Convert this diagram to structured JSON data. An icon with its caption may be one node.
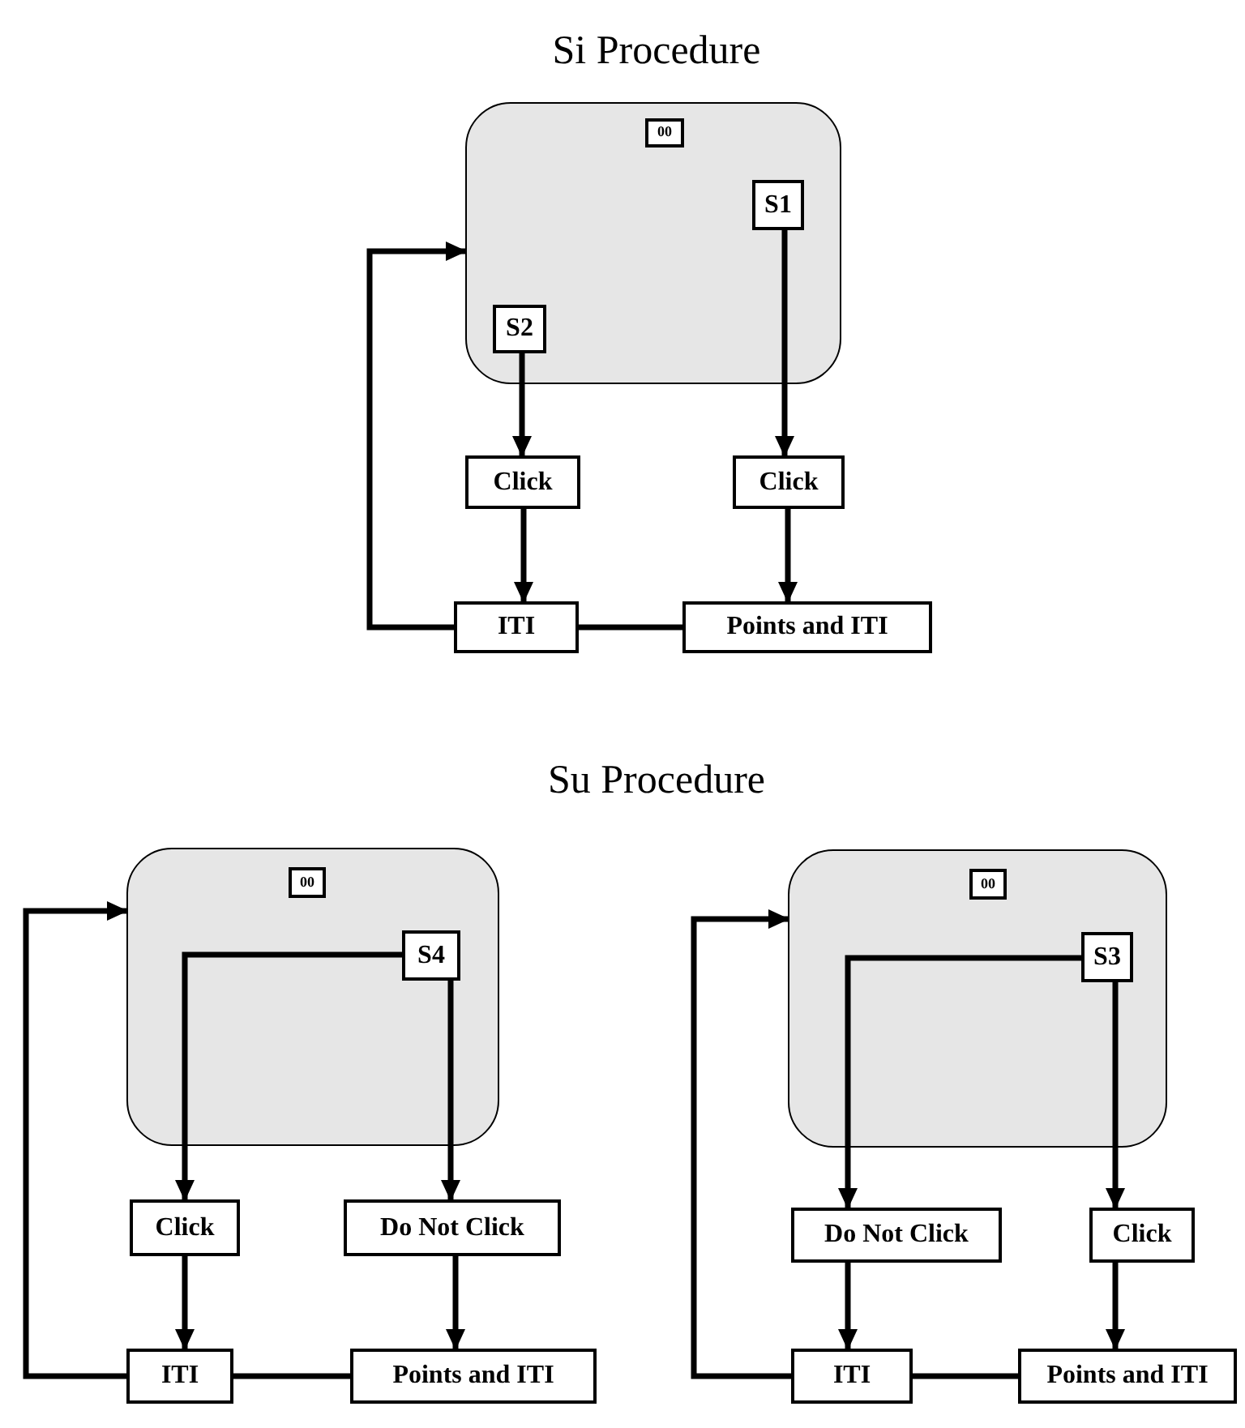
{
  "diagram": {
    "nodes": [
      {
        "text": [],
        "shape": "box"
      },
      {
        "text": [
          "00"
        ],
        "in": 0
      },
      {
        "text": [
          "S1"
        ],
        "in": 0
      },
      {
        "text": [
          "S2"
        ],
        "in": 0
      },
      {
        "text": [
          "Click"
        ]
      },
      {
        "text": [
          "Click"
        ]
      },
      {
        "text": [
          "ITI"
        ]
      },
      {
        "text": [
          "Points and ITI"
        ]
      },
      {
        "text": [],
        "shape": "box"
      },
      {
        "text": [
          "00"
        ],
        "in": 8
      },
      {
        "text": [
          "S4"
        ],
        "in": 8
      },
      {
        "text": [
          "Click"
        ]
      },
      {
        "text": [
          "Do Not Click"
        ]
      },
      {
        "text": [
          "ITI"
        ]
      },
      {
        "text": [
          "Points and ITI"
        ]
      },
      {
        "text": [],
        "shape": "box"
      },
      {
        "text": [
          "00"
        ],
        "in": 15
      },
      {
        "text": [
          "S3"
        ],
        "in": 15
      },
      {
        "text": [
          "Do Not Click"
        ]
      },
      {
        "text": [
          "Click"
        ]
      },
      {
        "text": [
          "ITI"
        ]
      },
      {
        "text": [
          "Points and ITI"
        ]
      }
    ],
    "edges": [
      {
        "from": 3,
        "to": 4,
        "arrow": "to"
      },
      {
        "from": 2,
        "to": 5,
        "arrow": "to"
      },
      {
        "from": 4,
        "to": 6,
        "arrow": "to"
      },
      {
        "from": 5,
        "to": 7,
        "arrow": "to"
      },
      {
        "from": 6,
        "to": 7,
        "arrow": "none"
      },
      {
        "from": 6,
        "to": 0,
        "arrow": "to"
      },
      {
        "from": 10,
        "to": 11,
        "arrow": "to"
      },
      {
        "from": 10,
        "to": 12,
        "arrow": "to"
      },
      {
        "from": 11,
        "to": 13,
        "arrow": "to"
      },
      {
        "from": 12,
        "to": 14,
        "arrow": "to"
      },
      {
        "from": 13,
        "to": 14,
        "arrow": "none"
      },
      {
        "from": 13,
        "to": 8,
        "arrow": "to"
      },
      {
        "from": 17,
        "to": 18,
        "arrow": "to"
      },
      {
        "from": 17,
        "to": 19,
        "arrow": "to"
      },
      {
        "from": 18,
        "to": 20,
        "arrow": "to"
      },
      {
        "from": 19,
        "to": 21,
        "arrow": "to"
      },
      {
        "from": 20,
        "to": 21,
        "arrow": "none"
      },
      {
        "from": 20,
        "to": 15,
        "arrow": "to"
      }
    ],
    "labels": [
      "Si Procedure",
      "Su Procedure"
    ]
  }
}
